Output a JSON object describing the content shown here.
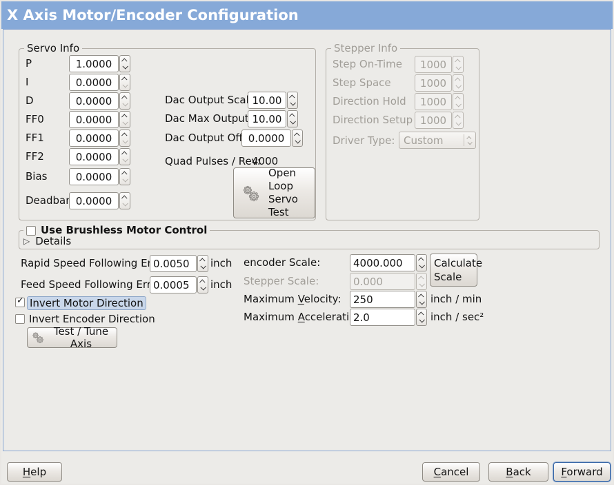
{
  "window": {
    "title": "X Axis Motor/Encoder Configuration"
  },
  "colors": {
    "titlebar": "#86a9d8",
    "panel_border": "#87a5d2",
    "background": "#ecebe8",
    "focus_highlight": "#c9d7ea"
  },
  "icons": {
    "expander_arrow": "▷",
    "checkmark": "✓"
  },
  "servo_info": {
    "legend": "Servo Info",
    "params": [
      {
        "label": "P",
        "value": "1.0000"
      },
      {
        "label": "I",
        "value": "0.0000"
      },
      {
        "label": "D",
        "value": "0.0000"
      },
      {
        "label": "FF0",
        "value": "0.0000"
      },
      {
        "label": "FF1",
        "value": "0.0000"
      },
      {
        "label": "FF2",
        "value": "0.0000"
      },
      {
        "label": "Bias",
        "value": "0.0000"
      },
      {
        "label": "Deadband",
        "value": "0.0000"
      }
    ],
    "dac": [
      {
        "label": "Dac Output Scale:",
        "value": "10.00"
      },
      {
        "label": "Dac Max Output:",
        "value": "10.00"
      },
      {
        "label": "Dac Output Offset:",
        "value": "0.0000"
      }
    ],
    "quad_pulses_label": "Quad Pulses / Rev:",
    "quad_pulses_value": "4000",
    "open_loop_button": "Open Loop Servo Test"
  },
  "stepper_info": {
    "legend": "Stepper Info",
    "params": [
      {
        "label": "Step On-Time",
        "value": "1000"
      },
      {
        "label": "Step Space",
        "value": "1000"
      },
      {
        "label": "Direction Hold",
        "value": "1000"
      },
      {
        "label": "Direction Setup",
        "value": "1000"
      }
    ],
    "driver_type_label": "Driver Type:",
    "driver_type_value": "Custom"
  },
  "brushless": {
    "checkbox_label": "Use Brushless Motor Control",
    "details_label": "Details"
  },
  "following_error": {
    "rapid_label": "Rapid Speed Following Error:",
    "rapid_value": "0.0050",
    "rapid_unit": "inch",
    "feed_label": "Feed Speed Following Error:",
    "feed_value": "0.0005",
    "feed_unit": "inch"
  },
  "scaling": {
    "encoder_label": "encoder Scale:",
    "encoder_value": "4000.000",
    "calculate_button": "Calculate Scale",
    "stepper_label": "Stepper Scale:",
    "stepper_value": "0.000",
    "velocity_label": {
      "pre": "Maximum ",
      "u": "V",
      "post": "elocity:"
    },
    "velocity_value": "250",
    "velocity_unit": "inch / min",
    "accel_label": {
      "pre": "Maximum ",
      "u": "A",
      "post": "cceleration:"
    },
    "accel_value": "2.0",
    "accel_unit": "inch / sec²"
  },
  "direction": {
    "invert_motor_label": "Invert Motor Direction",
    "invert_encoder_label": "Invert Encoder Direction",
    "test_tune_button": "Test / Tune Axis"
  },
  "footer": {
    "help": {
      "u": "H",
      "post": "elp"
    },
    "cancel": {
      "u": "C",
      "post": "ancel"
    },
    "back": {
      "u": "B",
      "post": "ack"
    },
    "forward": {
      "u": "F",
      "post": "orward"
    }
  }
}
